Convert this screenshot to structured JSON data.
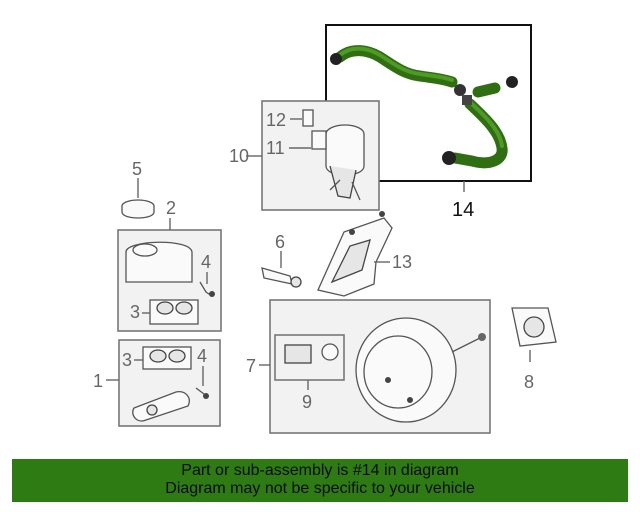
{
  "callouts": {
    "c1": "1",
    "c2": "2",
    "c3a": "3",
    "c3b": "3",
    "c4a": "4",
    "c4b": "4",
    "c5": "5",
    "c6": "6",
    "c7": "7",
    "c8": "8",
    "c9": "9",
    "c10": "10",
    "c11": "11",
    "c12": "12",
    "c13": "13",
    "c14": "14"
  },
  "banner": {
    "line1": "Part or sub-assembly is #14 in diagram",
    "line2": "Diagram may not be specific to your vehicle"
  },
  "colors": {
    "highlight_hose": "#2f6f12",
    "banner_bg": "#2d7b12"
  }
}
